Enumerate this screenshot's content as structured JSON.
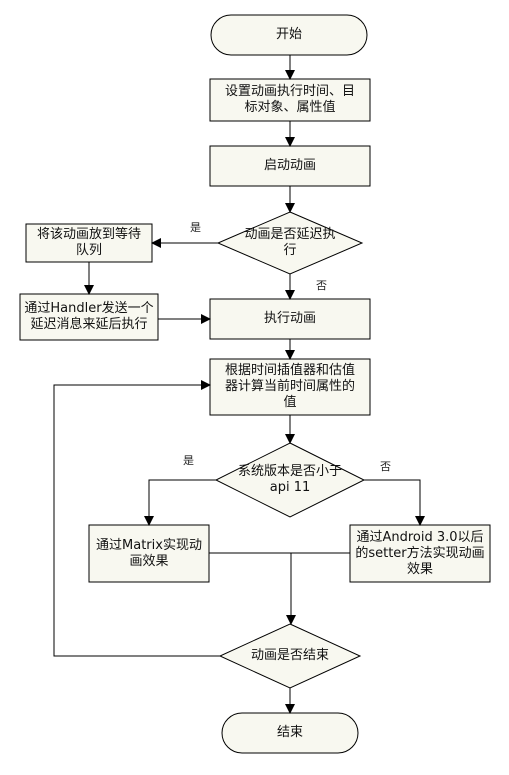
{
  "nodes": {
    "start": "开始",
    "set_params": "设置动画执行时间、目标对象、属性值",
    "start_anim": "启动动画",
    "is_delayed": "动画是否延迟执行",
    "queue": "将该动画放到等待队列",
    "handler": "通过Handler发送一个延迟消息来延后执行",
    "execute": "执行动画",
    "compute": "根据时间插值器和估值器计算当前时间属性的值",
    "version_check": "系统版本是否小于api 11",
    "matrix": "通过Matrix实现动画效果",
    "setter": "通过Android 3.0以后的setter方法实现动画效果",
    "is_finished": "动画是否结束",
    "end": "结束"
  },
  "labels": {
    "delay_yes": "是",
    "delay_no": "否",
    "version_yes": "是",
    "version_no": "否"
  },
  "colors": {
    "box_fill": "#f8f8f0",
    "stroke": "#000000",
    "arrow": "#000000"
  }
}
